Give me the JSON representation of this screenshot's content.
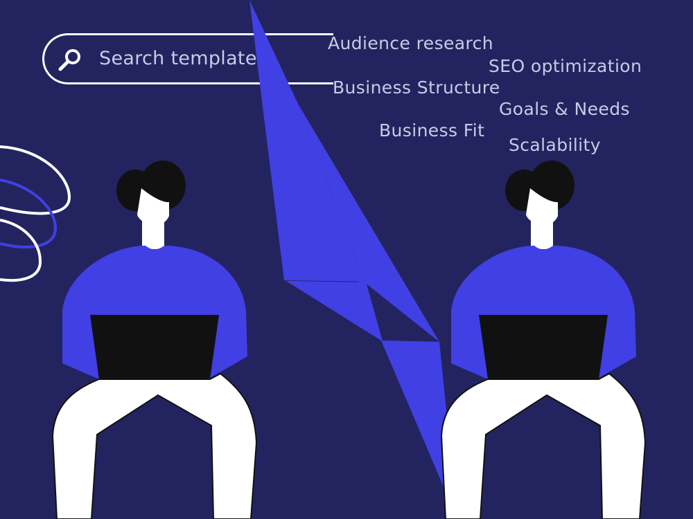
{
  "colors": {
    "background": "#23245f",
    "accent": "#4040e4",
    "text": "#c9cbe6",
    "outline": "#ffffff",
    "dark": "#111111"
  },
  "search": {
    "icon": "search-icon",
    "placeholder": "Search templates"
  },
  "tags": [
    {
      "label": "Audience research"
    },
    {
      "label": "SEO optimization"
    },
    {
      "label": "Business Structure"
    },
    {
      "label": "Goals & Needs"
    },
    {
      "label": "Business Fit"
    },
    {
      "label": "Scalability"
    }
  ],
  "illustration": {
    "figures": [
      "person-with-laptop-left",
      "person-with-laptop-right"
    ],
    "divider": "lightning-bolt",
    "decoration": "swirl-loops"
  }
}
